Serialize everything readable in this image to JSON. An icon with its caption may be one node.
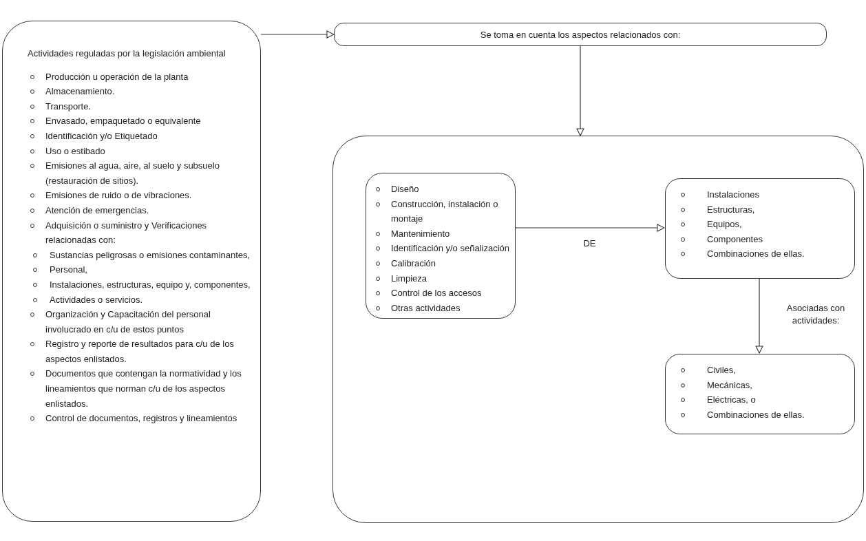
{
  "diagram": {
    "nodes": [
      {
        "text": [
          "Actividades reguladas por la legislación ambiental",
          "Producción u operación de la planta",
          "Almacenamiento.",
          "Transporte.",
          "Envasado, empaquetado o equivalente",
          "Identificación y/o Etiquetado",
          "Uso o estibado",
          "Emisiones al agua, aire, al suelo y subsuelo (restauración de sitios).",
          "Emisiones de ruido o de vibraciones.",
          "Atención de emergencias.",
          "Adquisición o suministro y Verificaciones relacionadas con:",
          "Sustancias peligrosas o emisiones contaminantes,",
          "Personal,",
          "Instalaciones, estructuras, equipo y, componentes,",
          "Actividades o servicios.",
          "Organización y Capacitación del personal involucrado en c/u de estos puntos",
          "Registro y reporte de resultados para c/u de los aspectos enlistados.",
          "Documentos que contengan la normatividad y los lineamientos que norman c/u de los aspectos enlistados.",
          "Control de documentos, registros y lineamientos"
        ]
      },
      {
        "text": [
          "Se toma en cuenta los aspectos relacionados con:"
        ]
      },
      {
        "text": [],
        "shape": "box"
      },
      {
        "text": [
          "Diseño",
          "Construcción, instalación o montaje",
          "Mantenimiento",
          "Identificación y/o señalización",
          "Calibración",
          "Limpieza",
          "Control de los accesos",
          "Otras actividades"
        ],
        "in": 2
      },
      {
        "text": [
          "Instalaciones",
          "Estructuras,",
          "Equipos,",
          "Componentes",
          "Combinaciones de ellas."
        ],
        "in": 2
      },
      {
        "text": [
          "Civiles,",
          "Mecánicas,",
          "Eléctricas, o",
          "Combinaciones de ellas."
        ],
        "in": 2
      }
    ],
    "edges": [
      {
        "from": 0,
        "to": 1,
        "arrow": "to"
      },
      {
        "from": 1,
        "to": 2,
        "arrow": "to"
      },
      {
        "from": 3,
        "to": 4,
        "arrow": "to",
        "label": "DE"
      },
      {
        "from": 4,
        "to": 5,
        "arrow": "to",
        "label": "Asociadas con actividades:"
      }
    ]
  }
}
